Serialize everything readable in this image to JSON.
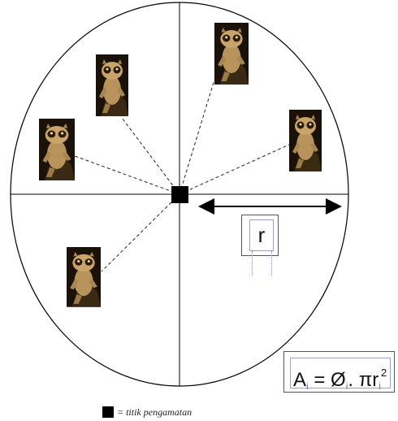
{
  "diagram": {
    "radius_label": "r",
    "formula": {
      "A": "A",
      "A_sub": "i",
      "eq": " = ",
      "phi": "Ø",
      "phi_sub": "i",
      "times": ". π",
      "r": "r",
      "r_sub": "i",
      "r_sup": "2"
    },
    "legend_text": "= titik pengamatan",
    "animals": [
      {
        "name": "tarsier-1"
      },
      {
        "name": "tarsier-2"
      },
      {
        "name": "tarsier-3"
      },
      {
        "name": "tarsier-4"
      },
      {
        "name": "tarsier-5"
      }
    ]
  }
}
